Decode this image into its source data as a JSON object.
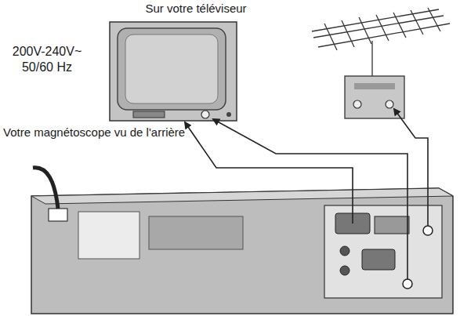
{
  "diagram": {
    "labels": [
      "Sur votre téléviseur",
      "200V-240V~ 50/60 Hz",
      "Votre magnétoscope vu de l'arrière"
    ]
  }
}
